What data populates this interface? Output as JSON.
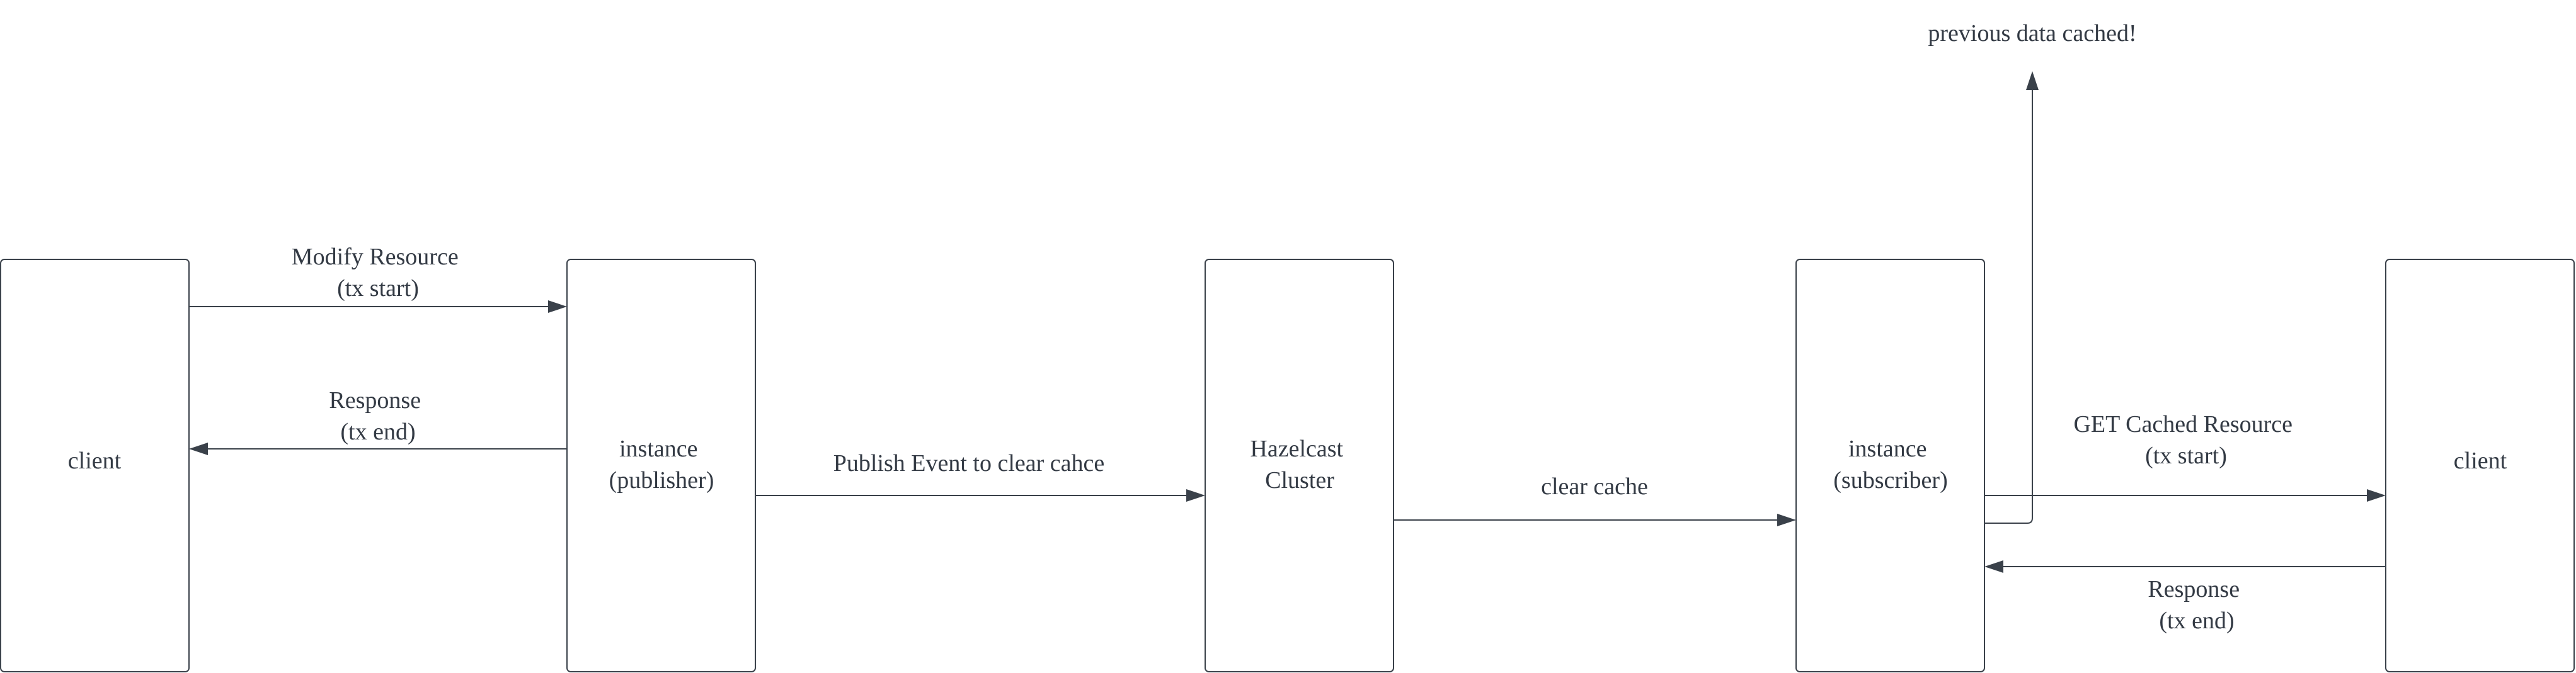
{
  "colors": {
    "stroke": "#3a414a",
    "text": "#333a44",
    "background": "#ffffff"
  },
  "nodes": {
    "client_left": [
      "client"
    ],
    "publisher": [
      "instance",
      "(publisher)"
    ],
    "hazelcast": [
      "Hazelcast",
      "Cluster"
    ],
    "subscriber": [
      "instance",
      "(subscriber)"
    ],
    "client_right": [
      "client"
    ]
  },
  "edges": {
    "modify_resource": [
      "Modify Resource",
      "(tx start)"
    ],
    "response_left": [
      "Response",
      "(tx end)"
    ],
    "publish_event": [
      "Publish Event to clear cahce"
    ],
    "clear_cache": [
      "clear cache"
    ],
    "get_cached_resource": [
      "GET Cached Resource",
      "(tx start)"
    ],
    "response_right": [
      "Response",
      "(tx end)"
    ],
    "previous_data_cached": [
      "previous data cached!"
    ]
  }
}
